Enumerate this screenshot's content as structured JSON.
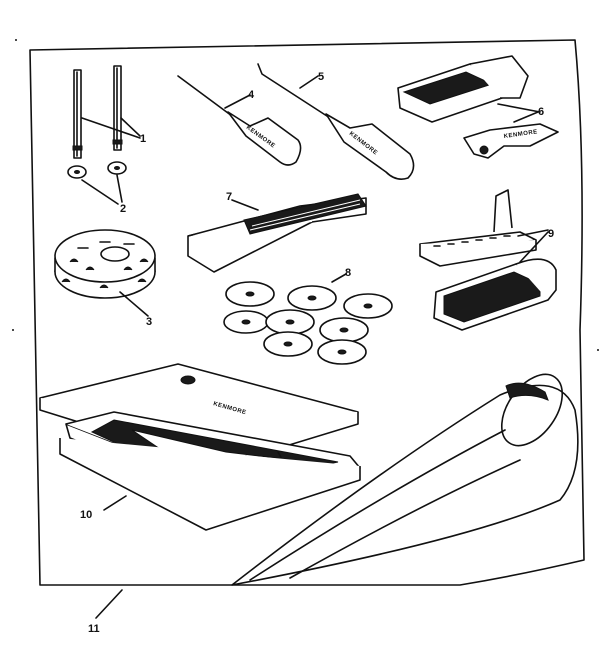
{
  "labels": {
    "l1": "1",
    "l2": "2",
    "l3": "3",
    "l4": "4",
    "l5": "5",
    "l6": "6",
    "l7": "7",
    "l8": "8",
    "l9": "9",
    "l10": "10",
    "l11": "11"
  },
  "brands": {
    "case_lid": "KENMORE",
    "screwdriver_small": "KENMORE",
    "screwdriver_large": "KENMORE",
    "seam_ripper": "KENMORE"
  }
}
